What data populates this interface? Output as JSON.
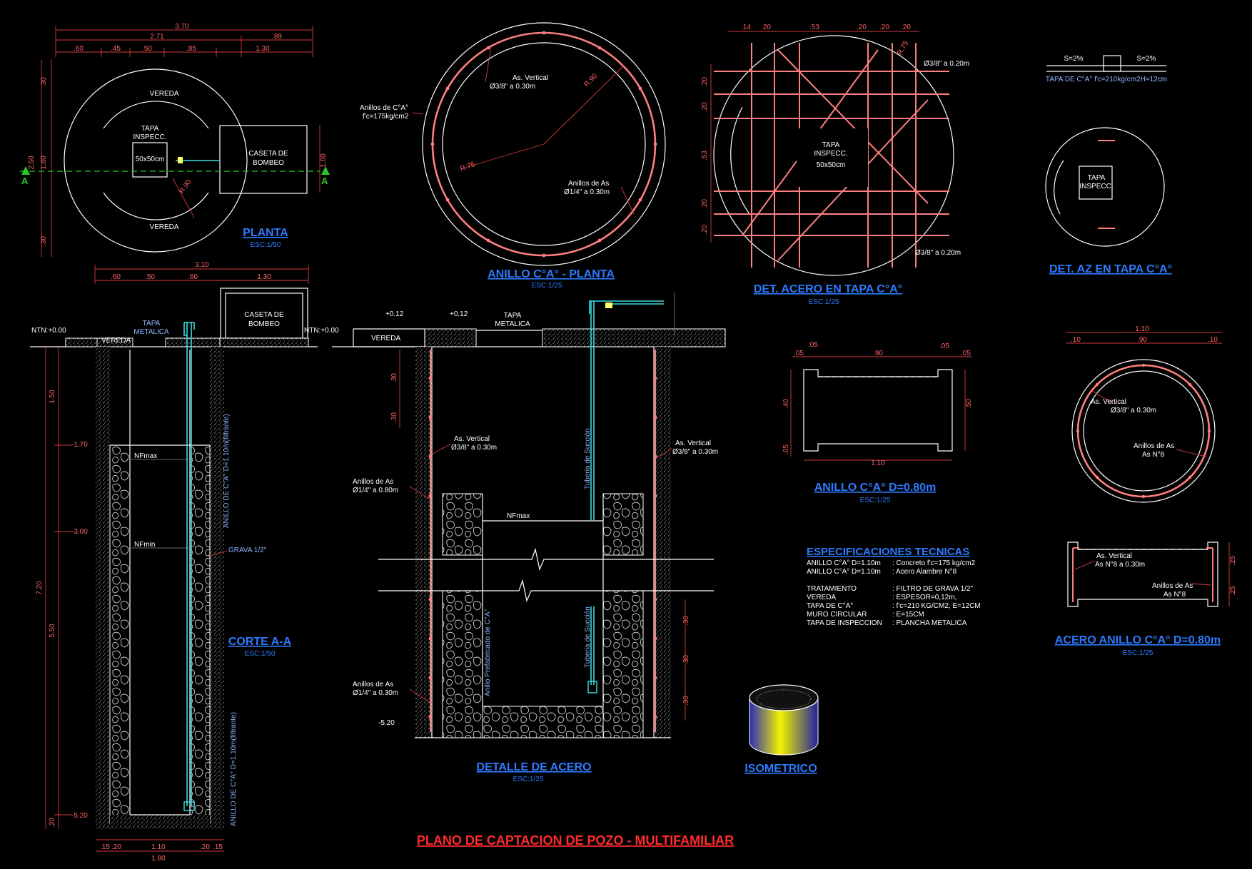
{
  "sheet_title": "PLANO DE CAPTACION DE POZO - MULTIFAMILIAR",
  "planta": {
    "title": "PLANTA",
    "scale": "ESC:1/50",
    "vereda_top": "VEREDA",
    "vereda_bottom": "VEREDA",
    "tapa_line1": "TAPA",
    "tapa_line2": "INSPECC.",
    "tapa_size": "50x50cm",
    "caseta_line1": "CASETA DE",
    "caseta_line2": "BOMBEO",
    "radius": "R.90",
    "section_mark": "A",
    "dim_total": "3.70",
    "dim_a": "2.71",
    "dim_b": ".89",
    "dim_c1": ".60",
    "dim_c2": ".45",
    "dim_c3": ".50",
    "dim_c4": ".85",
    "dim_c5": "1.30",
    "dim_caseta": "1.30",
    "dim_bottom": "3.10",
    "dim_bot1": ".60",
    "dim_bot2": ".50",
    "dim_bot3": ".60",
    "dim_bot4": "1.30",
    "dim_left1": ".30",
    "dim_left2": "2.50",
    "dim_left3": "1.80",
    "dim_left4": ".30",
    "dim_right": "1.00"
  },
  "corte": {
    "title": "CORTE A-A",
    "scale": "ESC:1/50",
    "ntn_left": "NTN:+0.00",
    "ntn_right": "NTN:+0.00",
    "vereda": "VEREDA",
    "tapa_line1": "TAPA",
    "tapa_line2": "METALICA",
    "caseta_line1": "CASETA DE",
    "caseta_line2": "BOMBEO",
    "nfmax": "NFmax",
    "nfmin": "NFmin",
    "grava": "GRAVA 1/2\"",
    "lvl1": "-1.70",
    "lvl2": "-3.00",
    "lvl3": "-5.20",
    "pipe_label1": "ANILLO DE C°A° D=1.10m(filtrante)",
    "pipe_label2": "ANILLO DE C°A° D=1.10m(filtrante)",
    "dim_v1": "1.50",
    "dim_v2": "7.20",
    "dim_v3": "5.50",
    "dim_v4": ".20",
    "dim_b1": ".15",
    "dim_b2": ".20",
    "dim_b3": "1.10",
    "dim_b4": ".20",
    "dim_b5": ".15",
    "dim_b6": "1.80"
  },
  "anillo_planta": {
    "title": "ANILLO C°A° - PLANTA",
    "scale": "ESC:1/25",
    "as_vert1": "As. Vertical",
    "as_vert2": "Ø3/8\" a 0.30m",
    "anillos1": "Anillos de C°A°",
    "anillos2": "f'c=175kg/cm2",
    "anillos_as1": "Anillos de As",
    "anillos_as2": "Ø1/4\" a 0.30m",
    "r1": "R.90",
    "r2": "R.75"
  },
  "detalle_acero": {
    "title": "DETALLE DE ACERO",
    "scale": "ESC:1/25",
    "lvl_a": "+0.12",
    "lvl_b": "+0.12",
    "tapa1": "TAPA",
    "tapa2": "METALICA",
    "vereda": "VEREDA",
    "as_vert_l1": "As. Vertical",
    "as_vert_l2": "Ø3/8\" a 0.30m",
    "as_vert_r1": "As. Vertical",
    "as_vert_r2": "Ø3/8\" a 0.30m",
    "anillos_a1": "Anillos de As",
    "anillos_a2": "Ø1/4\" a 0.80m",
    "anillos_b1": "Anillos de As",
    "anillos_b2": "Ø1/4\" a 0.30m",
    "nfmax": "NFmax",
    "succion1": "Tuberia de Succión",
    "succion2": "Tuberia de Succión",
    "prefab": "Anillo Prefabricado de C°A°",
    "lvl_bottom": "-5.20",
    "dim_l1": ".30",
    "dim_l2": ".30",
    "dim_r1": ".30",
    "dim_r2": ".30",
    "dim_r3": ".30"
  },
  "det_tapa": {
    "title": "DET. ACERO EN TAPA C°A°",
    "scale": "ESC:1/25",
    "bar1": "Ø3/8\" a 0.20m",
    "bar2": "Ø3/8\" a 0.20m",
    "tapa1": "TAPA",
    "tapa2": "INSPECC.",
    "tapa3": "50x50cm",
    "r": "R.75",
    "dims_top": [
      ".14",
      ".20",
      ".53",
      ".20",
      ".20",
      ".20"
    ],
    "dims_left": [
      ".20",
      ".20",
      ".53",
      ".20",
      ".20"
    ]
  },
  "det_az": {
    "title": "DET. AZ EN TAPA C°A°",
    "s_left": "S=2%",
    "s_right": "S=2%",
    "tapa_note": "TAPA DE C°A° f'c=210kg/cm2H=12cm",
    "tapa1": "TAPA",
    "tapa2": "INSPECC."
  },
  "anillo_080": {
    "title": "ANILLO C°A° D=0.80m",
    "scale": "ESC:1/25",
    "dims_top": [
      ".05",
      ".05",
      ".90",
      ".05",
      ".05"
    ],
    "dim_bottom": "1.10",
    "dim_left1": ".40",
    "dim_left2": ".05",
    "dim_right": ".50"
  },
  "acero_anillo": {
    "title": "ACERO ANILLO C°A° D=0.80m",
    "scale": "ESC:1/25",
    "dim_total": "1.10",
    "dims": [
      ".10",
      ".90",
      ".10"
    ],
    "as_vert1": "As. Vertical",
    "as_vert2": "Ø3/8\" a 0.30m",
    "anillos1": "Anillos de As",
    "anillos2": "As N°8",
    "sec_as1": "As. Vertical",
    "sec_as2": "As N°8 a 0.30m",
    "sec_an1": "Anillos de As",
    "sec_an2": "As N°8",
    "dim_r1": ".25",
    "dim_r2": ".25"
  },
  "especificaciones": {
    "title": "ESPECIFICACIONES TECNICAS",
    "rows": [
      [
        "ANILLO C°A° D=1.10m",
        ": Concreto f'c=175 kg/cm2"
      ],
      [
        "ANILLO C°A° D=1.10m",
        ": Acero Alambre N°8"
      ],
      [
        "",
        ""
      ],
      [
        "TRATAMIENTO",
        ": FILTRO DE GRAVA 1/2\""
      ],
      [
        "VEREDA",
        ": ESPESOR=0,12m,"
      ],
      [
        "TAPA DE C°A°",
        ": f'c=210 KG/CM2, E=12CM"
      ],
      [
        "MURO CIRCULAR",
        ": E=15CM"
      ],
      [
        "TAPA DE INSPECCION",
        ": PLANCHA METALICA"
      ]
    ]
  },
  "isometrico": {
    "title": "ISOMETRICO"
  }
}
